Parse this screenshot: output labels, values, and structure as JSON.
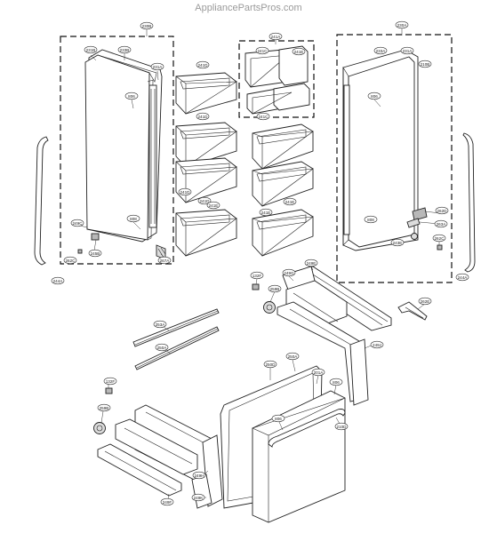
{
  "watermark": "AppliancePartsPros.com",
  "callouts": [
    {
      "id": "c-231B-l",
      "label": "231B"
    },
    {
      "id": "c-233B",
      "label": "233B"
    },
    {
      "id": "c-230B",
      "label": "230B"
    },
    {
      "id": "c-231A-l",
      "label": "231A"
    },
    {
      "id": "c-806-l1",
      "label": "806"
    },
    {
      "id": "c-808-l",
      "label": "808"
    },
    {
      "id": "c-249C",
      "label": "249C"
    },
    {
      "id": "c-245B",
      "label": "245B"
    },
    {
      "id": "c-262C-l",
      "label": "262C"
    },
    {
      "id": "c-267A",
      "label": "267A"
    },
    {
      "id": "c-244A-l",
      "label": "244A"
    },
    {
      "id": "c-241A",
      "label": "241A"
    },
    {
      "id": "c-241C-top",
      "label": "241C"
    },
    {
      "id": "c-241E-top",
      "label": "241E"
    },
    {
      "id": "c-241D-1",
      "label": "241D"
    },
    {
      "id": "c-241D-2",
      "label": "241D"
    },
    {
      "id": "c-241C-m",
      "label": "241C"
    },
    {
      "id": "c-241D-3",
      "label": "241D"
    },
    {
      "id": "c-241D-4",
      "label": "241D"
    },
    {
      "id": "c-241E-3",
      "label": "241E"
    },
    {
      "id": "c-241E-4",
      "label": "241E"
    },
    {
      "id": "c-241E-5",
      "label": "241E"
    },
    {
      "id": "c-230A-r",
      "label": "230A"
    },
    {
      "id": "c-233A",
      "label": "233A"
    },
    {
      "id": "c-231A-r",
      "label": "231A"
    },
    {
      "id": "c-210B",
      "label": "210B"
    },
    {
      "id": "c-806-r",
      "label": "806"
    },
    {
      "id": "c-808-r",
      "label": "808"
    },
    {
      "id": "c-262D",
      "label": "262D"
    },
    {
      "id": "c-263A",
      "label": "263A"
    },
    {
      "id": "c-243E",
      "label": "243E"
    },
    {
      "id": "c-262C-r",
      "label": "262C"
    },
    {
      "id": "c-244A-r",
      "label": "244A"
    },
    {
      "id": "c-132F-t",
      "label": "132F"
    },
    {
      "id": "c-249G",
      "label": "249G"
    },
    {
      "id": "c-249E",
      "label": "249E"
    },
    {
      "id": "c-259B-t",
      "label": "259B"
    },
    {
      "id": "c-262E",
      "label": "262E"
    },
    {
      "id": "c-249J",
      "label": "249J"
    },
    {
      "id": "c-253A",
      "label": "253A"
    },
    {
      "id": "c-250A",
      "label": "250A"
    },
    {
      "id": "c-132F-b",
      "label": "132F"
    },
    {
      "id": "c-259B-b",
      "label": "259B"
    },
    {
      "id": "c-250D",
      "label": "250D"
    },
    {
      "id": "c-250A-t",
      "label": "250A"
    },
    {
      "id": "c-201A",
      "label": "201A"
    },
    {
      "id": "c-806-b1",
      "label": "806"
    },
    {
      "id": "c-806-b2",
      "label": "806"
    },
    {
      "id": "c-210D",
      "label": "210D"
    },
    {
      "id": "c-249H",
      "label": "249H"
    },
    {
      "id": "c-249K",
      "label": "249K"
    },
    {
      "id": "c-249F",
      "label": "249F"
    }
  ]
}
